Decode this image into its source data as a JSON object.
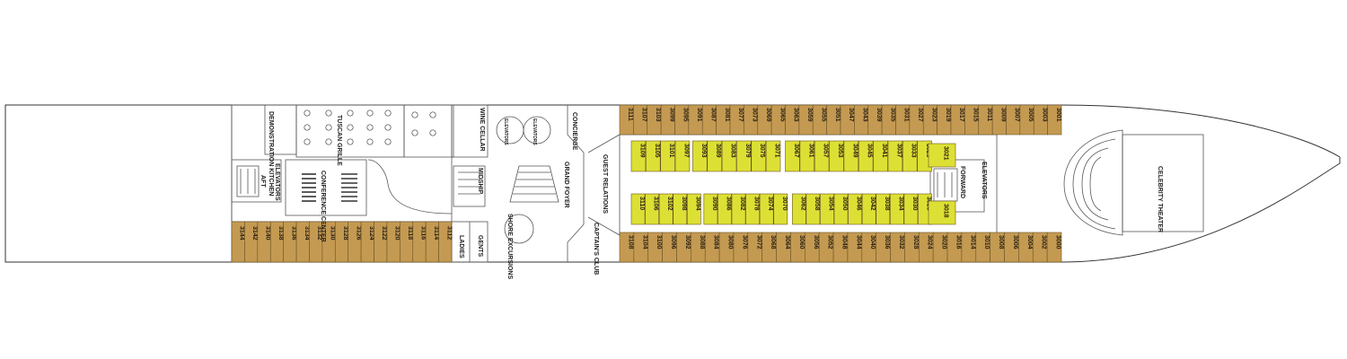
{
  "colors": {
    "cabin_standard": "#c49a52",
    "cabin_highlight": "#dde034",
    "outline": "#555555",
    "background": "#ffffff"
  },
  "icons": {
    "accessible": "wheelchair-icon",
    "bed": "bed-icon"
  },
  "venues": {
    "demonstration_kitchen": "DEMONSTRATION KITCHEN",
    "tuscan_grille": "TUSCAN GRILLE",
    "aft_elevators": "ELEVATORS",
    "aft": "AFT",
    "conference_center": "CONFERENCE CENTER",
    "wine_cellar": "WINE CELLAR",
    "elevators_glass_a": "ELEVATORS",
    "elevators_glass_b": "ELEVATORS",
    "midship": "MIDSHIP",
    "shore_excursions": "SHORE EXCURSIONS",
    "ladies": "LADIES",
    "gents": "GENTS",
    "concierge": "CONCIERGE",
    "grand_foyer": "GRAND FOYER",
    "captains_club": "CAPTAIN'S CLUB",
    "guest_relations": "GUEST RELATIONS",
    "forward": "FORWARD",
    "forward_elevators": "ELEVATORS",
    "celebrity_theater": "CELEBRITY THEATER"
  },
  "cabins": {
    "top_outer": [
      "3111",
      "3107",
      "3103",
      "3099",
      "3095",
      "3091",
      "3087",
      "3081",
      "3077",
      "3073",
      "3069",
      "3065",
      "3063",
      "3059",
      "3055",
      "3051",
      "3047",
      "3043",
      "3039",
      "3035",
      "3031",
      "3027",
      "3023",
      "3019",
      "3017",
      "3015",
      "3011",
      "3009",
      "3007",
      "3005",
      "3003",
      "3001"
    ],
    "top_inner": [
      "3109",
      "3105",
      "3101",
      "3097",
      "3093",
      "3089",
      "3083",
      "3079",
      "3075",
      "3071",
      "3067",
      "3061",
      "3057",
      "3053",
      "3049",
      "3045",
      "3041",
      "3037",
      "3033",
      "3029"
    ],
    "top_inner_accessible": "3021",
    "bottom_inner": [
      "3110",
      "3106",
      "3102",
      "3098",
      "3094",
      "3090",
      "3086",
      "3082",
      "3078",
      "3074",
      "3070",
      "3062",
      "3058",
      "3054",
      "3050",
      "3046",
      "3042",
      "3038",
      "3034",
      "3030",
      "3026"
    ],
    "bottom_inner_accessible": "3018",
    "bottom_outer": [
      "3108",
      "3104",
      "3100",
      "3096",
      "3092",
      "3088",
      "3084",
      "3080",
      "3076",
      "3072",
      "3068",
      "3064",
      "3060",
      "3056",
      "3052",
      "3048",
      "3044",
      "3040",
      "3036",
      "3032",
      "3028",
      "3024",
      "3020",
      "3016",
      "3014",
      "3010",
      "3008",
      "3006",
      "3004",
      "3002",
      "3000"
    ],
    "aft_outer": [
      "3144",
      "3142",
      "3140",
      "3138",
      "3136",
      "3134",
      "3132",
      "3130",
      "3128",
      "3126",
      "3124",
      "3122",
      "3120",
      "3118",
      "3116",
      "3114",
      "3112"
    ],
    "highlight_top": [
      "3109",
      "3105",
      "3101",
      "3097",
      "3093",
      "3089",
      "3083",
      "3079",
      "3075",
      "3071",
      "3067",
      "3061",
      "3057",
      "3053",
      "3049",
      "3045",
      "3041",
      "3037",
      "3033",
      "3029"
    ],
    "highlight_bottom": [
      "3110",
      "3106",
      "3102",
      "3098",
      "3094",
      "3090",
      "3086",
      "3082",
      "3078",
      "3074",
      "3070",
      "3062",
      "3058",
      "3054",
      "3050",
      "3046",
      "3042",
      "3038",
      "3034",
      "3030",
      "3026"
    ]
  }
}
